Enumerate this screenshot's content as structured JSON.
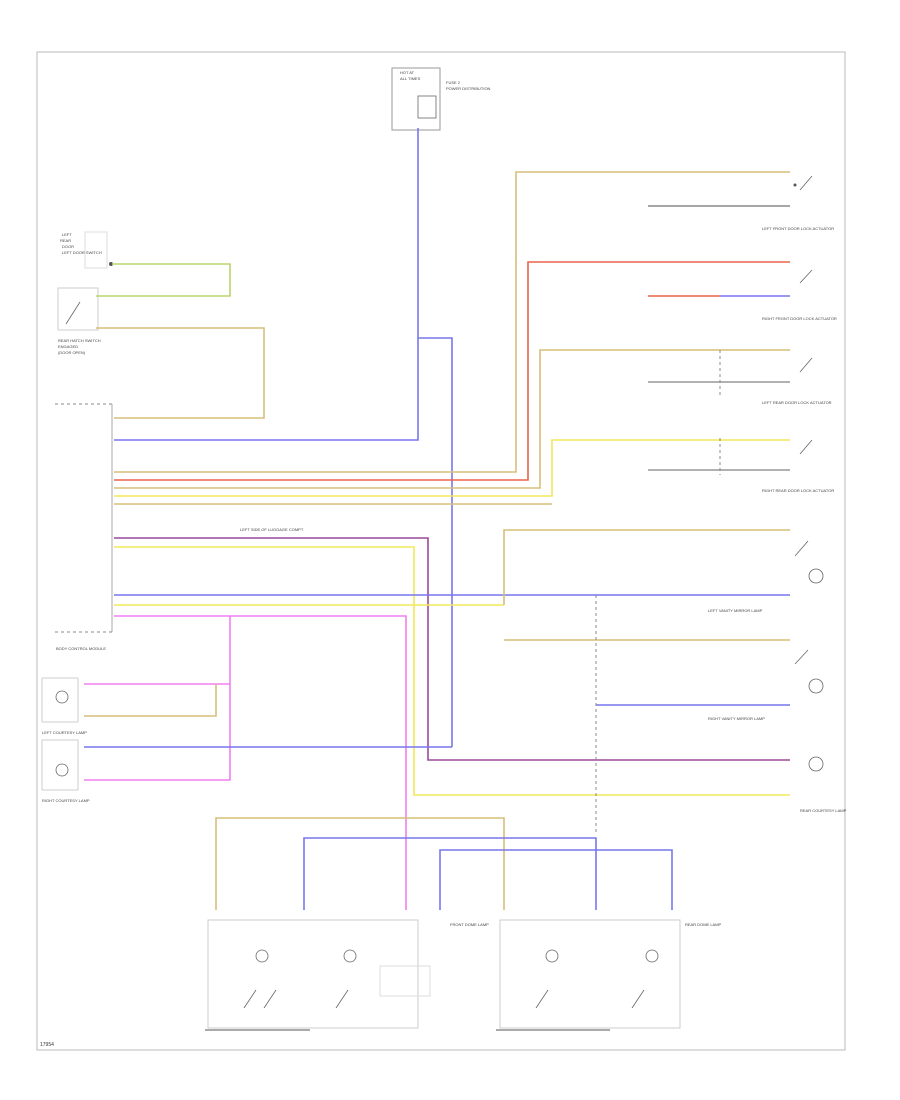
{
  "figure_id": "17954",
  "colors": {
    "yellow": "#f2e85a",
    "tan": "#d6bf7a",
    "blue": "#7777ee",
    "purple": "#8a6ad8",
    "pink": "#f07ff0",
    "red": "#e8644a",
    "green": "#b7d66a",
    "black": "#444444",
    "grey": "#9a9a9a"
  },
  "components": {
    "top_fuse": {
      "title": "FUSE 2",
      "desc": "POWER DISTRIBUTION"
    },
    "left_door_switch": {
      "title": "LEFT DOOR SWITCH"
    },
    "rear_hatch_switch": {
      "title": "REAR HATCH SWITCH"
    },
    "bcm_module": {
      "title": "BODY CONTROL MODULE"
    },
    "lf_door": {
      "title": "LEFT FRONT DOOR LOCK ACTUATOR"
    },
    "rf_door": {
      "title": "RIGHT FRONT DOOR LOCK ACTUATOR"
    },
    "lr_door": {
      "title": "LEFT REAR DOOR LOCK ACTUATOR"
    },
    "rr_door": {
      "title": "RIGHT REAR DOOR LOCK ACTUATOR"
    },
    "left_vanity": {
      "title": "LEFT VANITY MIRROR LAMP"
    },
    "right_vanity": {
      "title": "RIGHT VANITY MIRROR LAMP"
    },
    "rear_lamp": {
      "title": "REAR COURTESY LAMP"
    },
    "left_courtesy": {
      "title": "LEFT COURTESY LAMP"
    },
    "right_courtesy": {
      "title": "RIGHT COURTESY LAMP"
    },
    "front_dome": {
      "title": "FRONT DOME LAMP"
    },
    "rear_dome": {
      "title": "REAR DOME LAMP"
    },
    "splice": {
      "title": "LEFT SIDE OF LUGGAGE COMPT"
    }
  }
}
